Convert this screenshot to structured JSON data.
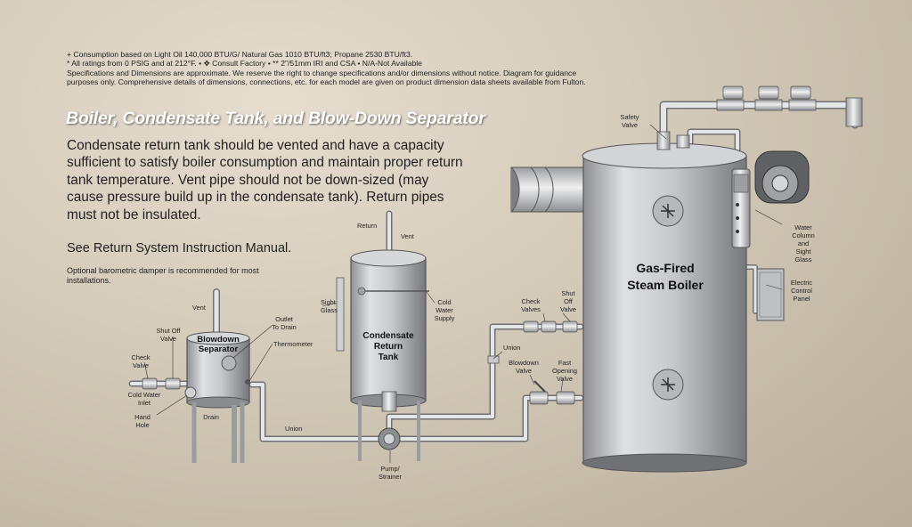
{
  "notes": [
    "+ Consumption based on Light Oil 140,000 BTU/G/ Natural Gas 1010 BTU/ft3; Propane 2530 BTU/ft3.",
    "* All ratings from 0 PSIG and at 212°F.  •  ✥ Consult Factory  •  ** 2\"/51mm IRI and CSA  •  N/A-Not Available",
    "Specifications and Dimensions are approximate. We reserve the right to change specifications and/or dimensions without notice. Diagram for guidance purposes only.    Comprehensive details of dimensions, connections, etc. for each model are given on product dimension data sheets available from Fulton."
  ],
  "title": "Boiler, Condensate Tank, and Blow-Down Separator",
  "body": "Condensate return tank should be vented and have a capacity sufficient to satisfy boiler consumption and maintain proper return tank temperature. Vent pipe should not be down-sized (may cause pressure build up in the condensate tank).  Return pipes must not be insulated.",
  "see_manual": "See Return System Instruction Manual.",
  "optional": "Optional barometric damper is recommended for most installations.",
  "labels": {
    "boiler_title_1": "Gas-Fired",
    "boiler_title_2": "Steam Boiler",
    "tank_title_1": "Condensate",
    "tank_title_2": "Return",
    "tank_title_3": "Tank",
    "sep_title_1": "Blowdown",
    "sep_title_2": "Separator",
    "safety_valve_1": "Safety",
    "safety_valve_2": "Valve",
    "water_column_1": "Water",
    "water_column_2": "Column",
    "water_column_3": "and",
    "water_column_4": "Sight",
    "water_column_5": "Glass",
    "electric_panel_1": "Electric",
    "electric_panel_2": "Control",
    "electric_panel_3": "Panel",
    "check_valves_1": "Check",
    "check_valves_2": "Valves",
    "shutoff_valve_r_1": "Shut",
    "shutoff_valve_r_2": "Off",
    "shutoff_valve_r_3": "Valve",
    "union_r": "Union",
    "blowdown_valve_1": "Blowdown",
    "blowdown_valve_2": "Valve",
    "fast_opening_1": "Fast",
    "fast_opening_2": "Opening",
    "fast_opening_3": "Valve",
    "return": "Return",
    "vent_tank": "Vent",
    "sight_glass_1": "Sight",
    "sight_glass_2": "Glass",
    "cold_water_supply_1": "Cold",
    "cold_water_supply_2": "Water",
    "cold_water_supply_3": "Supply",
    "pump_strainer_1": "Pump/",
    "pump_strainer_2": "Strainer",
    "union_bottom": "Union",
    "vent_sep": "Vent",
    "outlet_drain_1": "Outlet",
    "outlet_drain_2": "To Drain",
    "thermometer": "Thermometer",
    "shutoff_valve_l_1": "Shut Off",
    "shutoff_valve_l_2": "Valve",
    "check_valve_l_1": "Check",
    "check_valve_l_2": "Valve",
    "cold_water_inlet_1": "Cold Water",
    "cold_water_inlet_2": "Inlet",
    "hand_hole_1": "Hand",
    "hand_hole_2": "Hole",
    "drain": "Drain"
  }
}
